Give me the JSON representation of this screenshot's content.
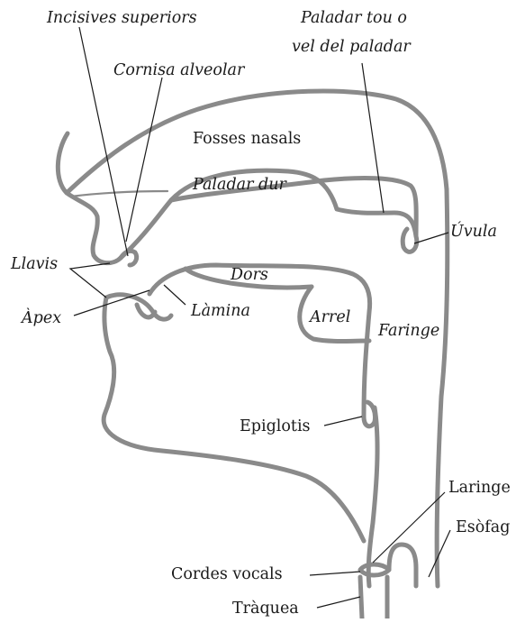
{
  "diagram": {
    "labels": {
      "incisives_superiors": "Incisives superiors",
      "cornisa_alveolar": "Cornisa alveolar",
      "paladar_tou_line1": "Paladar tou o",
      "paladar_tou_line2": "vel del paladar",
      "fosses_nasals": "Fosses nasals",
      "paladar_dur": "Paladar dur",
      "uvula": "Úvula",
      "llavis": "Llavis",
      "dors": "Dors",
      "apex": "Àpex",
      "lamina": "Làmina",
      "arrel": "Arrel",
      "faringe": "Faringe",
      "epiglotis": "Epiglotis",
      "laringe": "Laringe",
      "esofag": "Esòfag",
      "cordes_vocals": "Cordes vocals",
      "traquea": "Tràquea"
    },
    "colors": {
      "organ_stroke": "#8a8a8a",
      "leader_line": "#1a1a1a",
      "text": "#1a1a1a",
      "background": "#ffffff"
    }
  }
}
